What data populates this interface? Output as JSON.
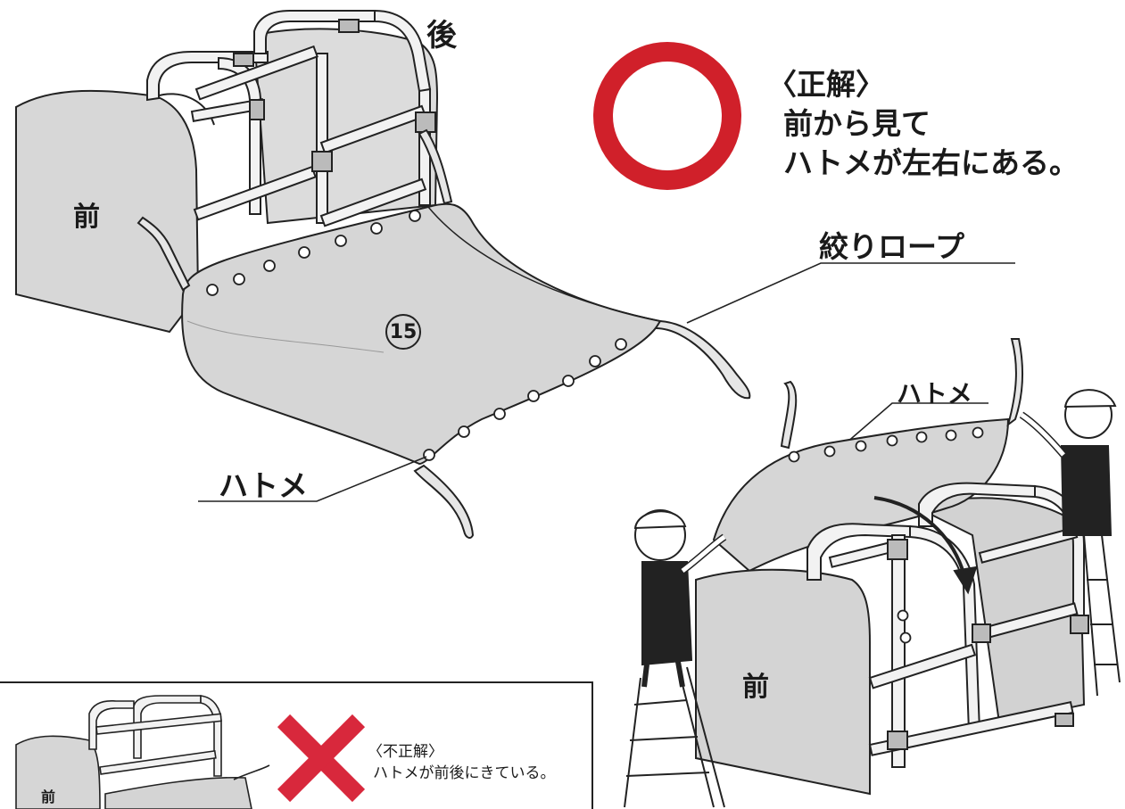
{
  "labels": {
    "back": "後",
    "front_top": "前",
    "front_bottom_right": "前",
    "front_inset": "前",
    "rope": "絞りロープ",
    "grommet_main": "ハトメ",
    "grommet_right": "ハトメ",
    "part_number": "15"
  },
  "correct": {
    "heading": "〈正解〉",
    "line1": "前から見て",
    "line2": "ハトメが左右にある。",
    "mark_color": "#d0202a"
  },
  "incorrect": {
    "heading": "〈不正解〉",
    "line1": "ハトメが前後にきている。",
    "mark_color": "#d8283c"
  },
  "colors": {
    "cover_fill": "#d9d9d9",
    "cover_dark": "#c4c4c4",
    "line": "#222222"
  }
}
